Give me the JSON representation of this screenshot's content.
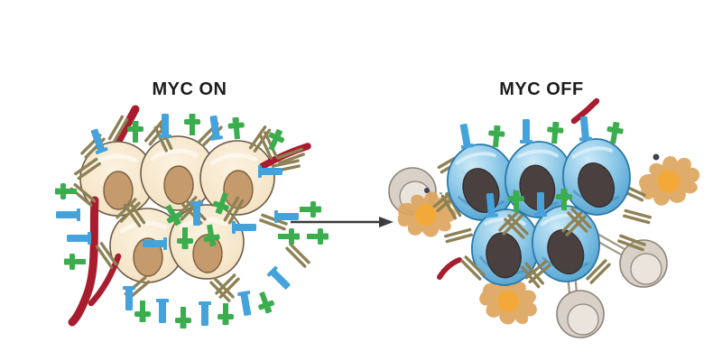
{
  "figure": {
    "type": "scientific-diagram",
    "panels": {
      "myc_on": {
        "label": "MYC ON"
      },
      "myc_off": {
        "label": "MYC OFF"
      }
    },
    "icons": {
      "arrow": "transition-arrow-right",
      "vessel": "blood-vessel",
      "vessel_fragment": "regressed-vessel-fragment",
      "tumor_cell_on": "tumor-cell-myc-on",
      "tumor_cell_off": "tumor-cell-myc-off",
      "receptor_blue": "blue-receptor",
      "receptor_green": "green-receptor",
      "antibody": "antibody-marker",
      "macrophage": "macrophage-cell",
      "immune_cell": "immune-cell",
      "dot": "debris-dot"
    },
    "colors": {
      "label": "#1c1c1c",
      "vessel_red": "#a81c2e",
      "tumor_on_outline": "#6b5b49",
      "tumor_on_nucleus": "#c59a6c",
      "tumor_on_nucleus_outline": "#7a5f3e",
      "tumor_off_outline": "#2b79a8",
      "tumor_off_nucleus": "#4a4040",
      "receptor_blue": "#45a3dc",
      "receptor_green": "#3aad4d",
      "antibody": "#8e8155",
      "macrophage_body": "#dca55e",
      "macrophage_center": "#f3a93a",
      "immune_outer": "#d9d1c8",
      "immune_inner": "#eae4dd",
      "immune_outline": "#8c8278",
      "stalk": "#a59c84",
      "arrow": "#3a3a3a",
      "dot": "#42414e"
    }
  }
}
